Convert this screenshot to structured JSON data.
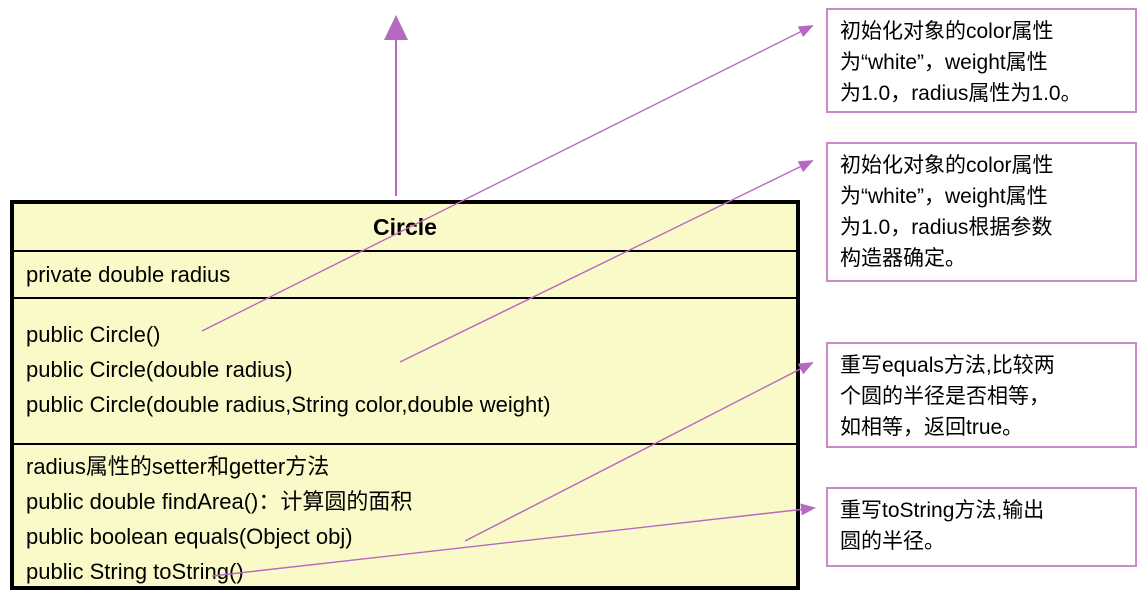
{
  "class_box": {
    "title": "Circle",
    "attributes": [
      "private double radius"
    ],
    "constructors": [
      "public Circle()",
      "public Circle(double radius)",
      "public Circle(double radius,String color,double weight)"
    ],
    "methods": [
      "radius属性的setter和getter方法",
      "public double findArea()：计算圆的面积",
      "public boolean equals(Object obj)",
      "public String toString()"
    ]
  },
  "notes": [
    {
      "lines": [
        "初始化对象的color属性",
        "为“white”，weight属性",
        "为1.0，radius属性为1.0。"
      ]
    },
    {
      "lines": [
        "初始化对象的color属性",
        "为“white”，weight属性",
        "为1.0，radius根据参数",
        "构造器确定。"
      ]
    },
    {
      "lines": [
        "重写equals方法,比较两",
        "个圆的半径是否相等，",
        "如相等，返回true。"
      ]
    },
    {
      "lines": [
        "重写toString方法,输出",
        "圆的半径。"
      ]
    }
  ],
  "colors": {
    "background": "#FFFFFF",
    "class_fill": "#FAFAC8",
    "class_border": "#000000",
    "arrow_purple": "#B668C2",
    "note_border": "#C88BC8"
  }
}
